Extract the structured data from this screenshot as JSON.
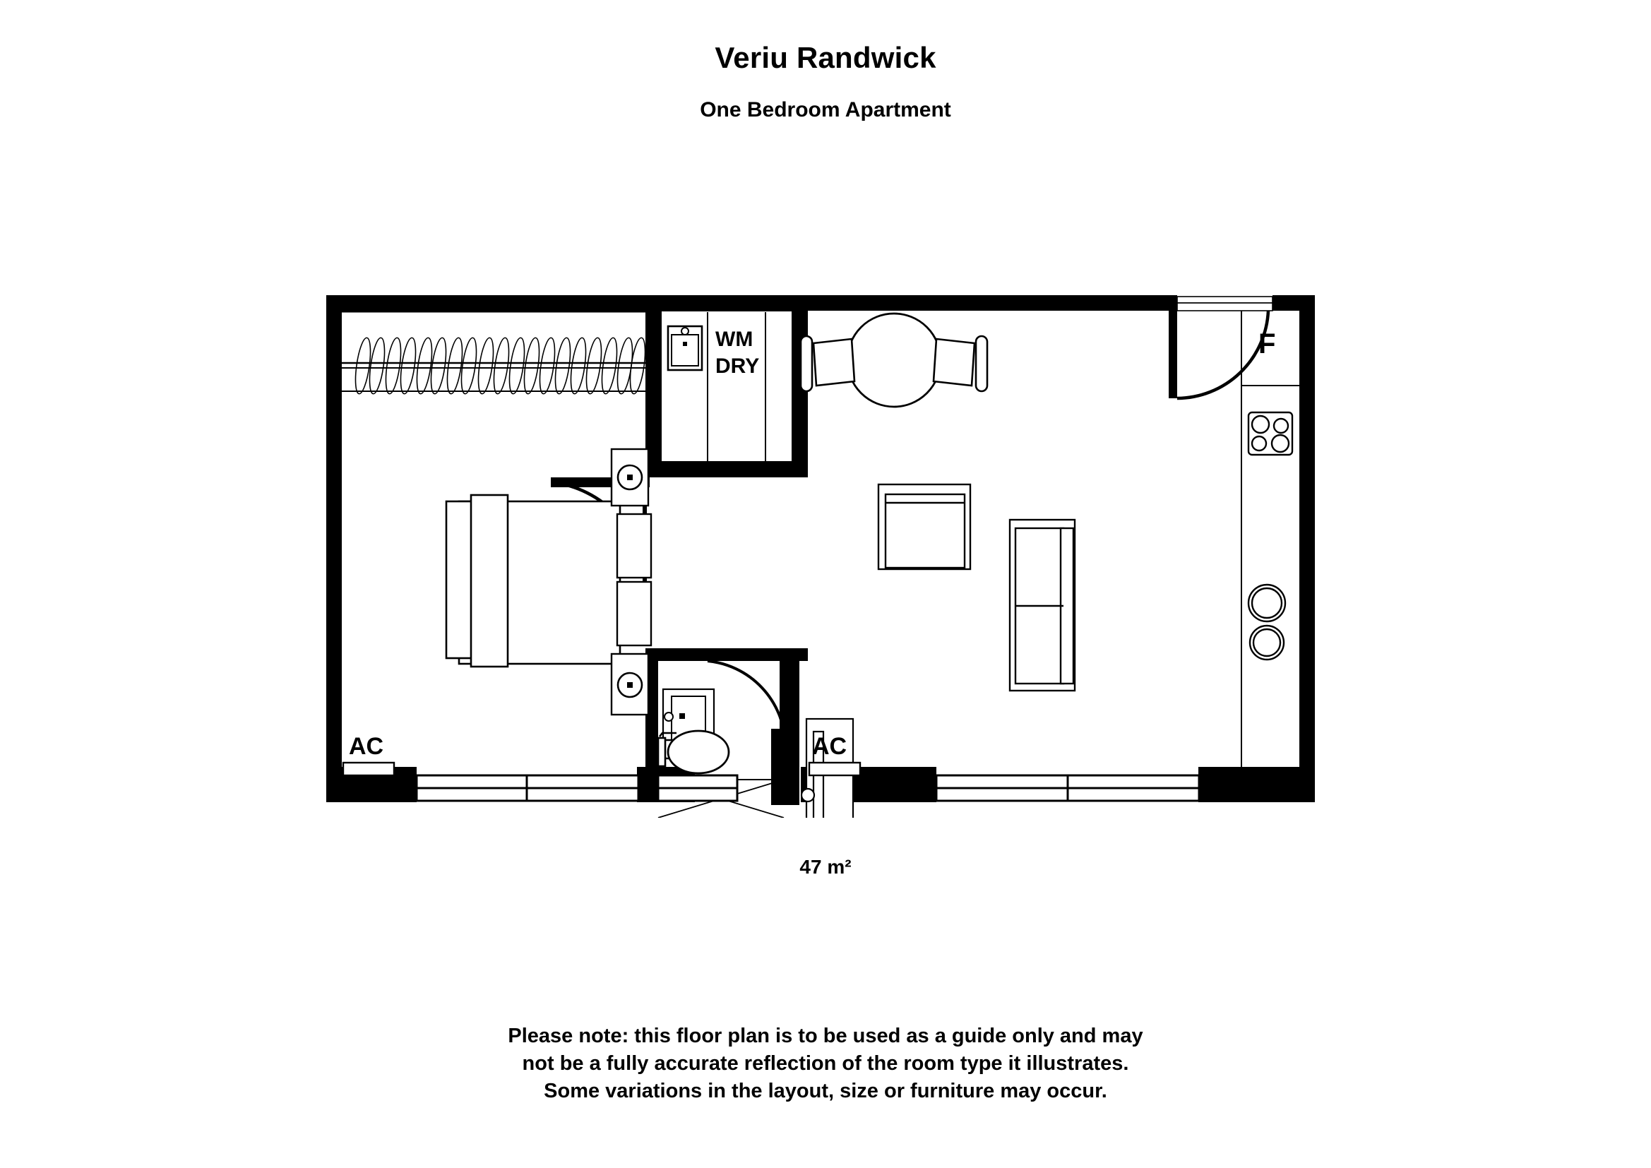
{
  "header": {
    "title": "Veriu Randwick",
    "subtitle": "One Bedroom Apartment"
  },
  "floorplan": {
    "area_label": "47 m²",
    "labels": {
      "washer": "WM",
      "dryer": "DRY",
      "fridge": "F",
      "ac_bedroom": "AC",
      "ac_living": "AC"
    },
    "rooms": [
      {
        "name": "bedroom",
        "label": ""
      },
      {
        "name": "bathroom",
        "label": ""
      },
      {
        "name": "living-dining",
        "label": ""
      },
      {
        "name": "kitchen",
        "label": ""
      },
      {
        "name": "laundry",
        "label": ""
      }
    ],
    "fixtures": [
      "wardrobe-rail-with-hangers",
      "bed-queen",
      "pillow-left",
      "pillow-right",
      "bedside-table-top",
      "bedside-table-bottom",
      "bedside-lamp-top",
      "bedside-lamp-bottom",
      "bedroom-door",
      "bathroom-door",
      "entry-door",
      "vanity-basin",
      "toilet",
      "shower-tray",
      "laundry-sink",
      "tall-cabinet",
      "tv-console",
      "sofa-two-seat",
      "dining-table-round",
      "dining-chair-left",
      "dining-chair-right",
      "cooktop-four-burner",
      "sink-bowl-upper",
      "sink-bowl-lower",
      "refrigerator",
      "bedroom-window",
      "bathroom-window",
      "living-sliding-door",
      "ac-unit-bedroom"
    ]
  },
  "footer": {
    "note_line1": "Please note: this floor plan is to be used as a guide only and may",
    "note_line2": "not be a fully accurate reflection of the room type it illustrates.",
    "note_line3": "Some variations in the layout, size or furniture may occur."
  }
}
